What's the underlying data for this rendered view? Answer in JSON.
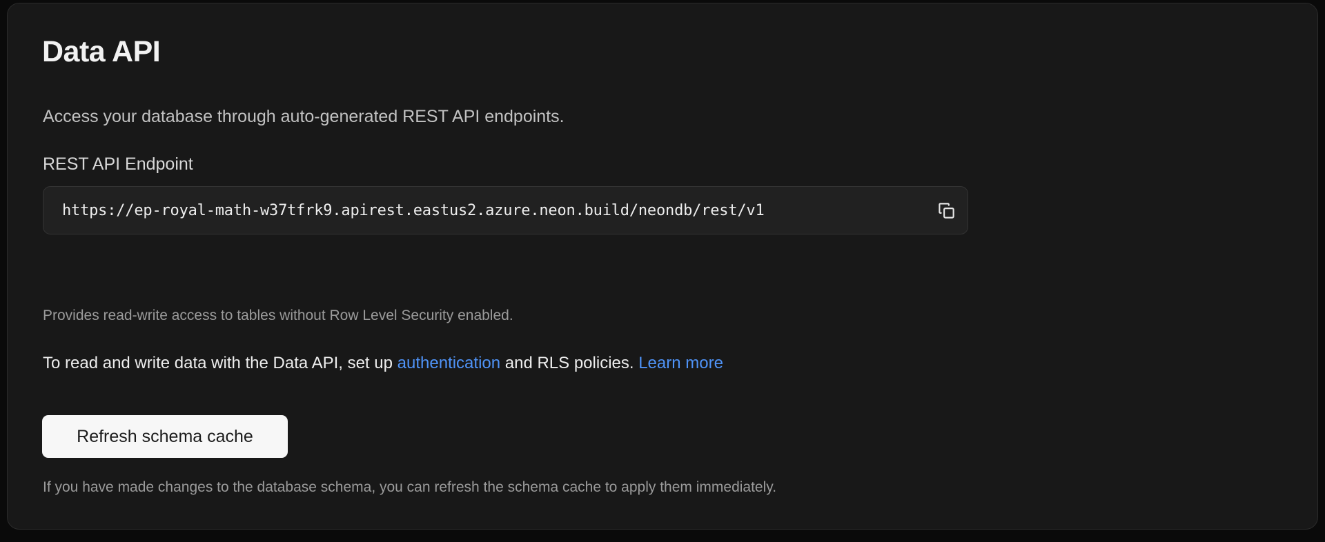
{
  "card": {
    "title": "Data API",
    "description": "Access your database through auto-generated REST API endpoints.",
    "endpoint": {
      "label": "REST API Endpoint",
      "value": "https://ep-royal-math-w37tfrk9.apirest.eastus2.azure.neon.build/neondb/rest/v1",
      "copy_icon": "copy-icon",
      "help": "Provides read-write access to tables without Row Level Security enabled."
    },
    "rls_note": {
      "prefix": "To read and write data with the Data API, set up ",
      "link_auth": "authentication",
      "middle": " and RLS policies. ",
      "link_learn": "Learn more"
    },
    "refresh": {
      "label": "Refresh schema cache",
      "help": "If you have made changes to the database schema, you can refresh the schema cache to apply them immediately."
    }
  },
  "colors": {
    "page_background": "#0a0a0a",
    "card_background": "#181818",
    "card_border": "#2b2b2b",
    "input_background": "#212121",
    "input_border": "#343434",
    "link_blue": "#4f93f7",
    "button_background": "#f7f7f7",
    "button_text": "#1b1b1b",
    "title_text": "#f2f2f2",
    "body_text": "#ededed",
    "muted_text": "#9b9b9b"
  }
}
